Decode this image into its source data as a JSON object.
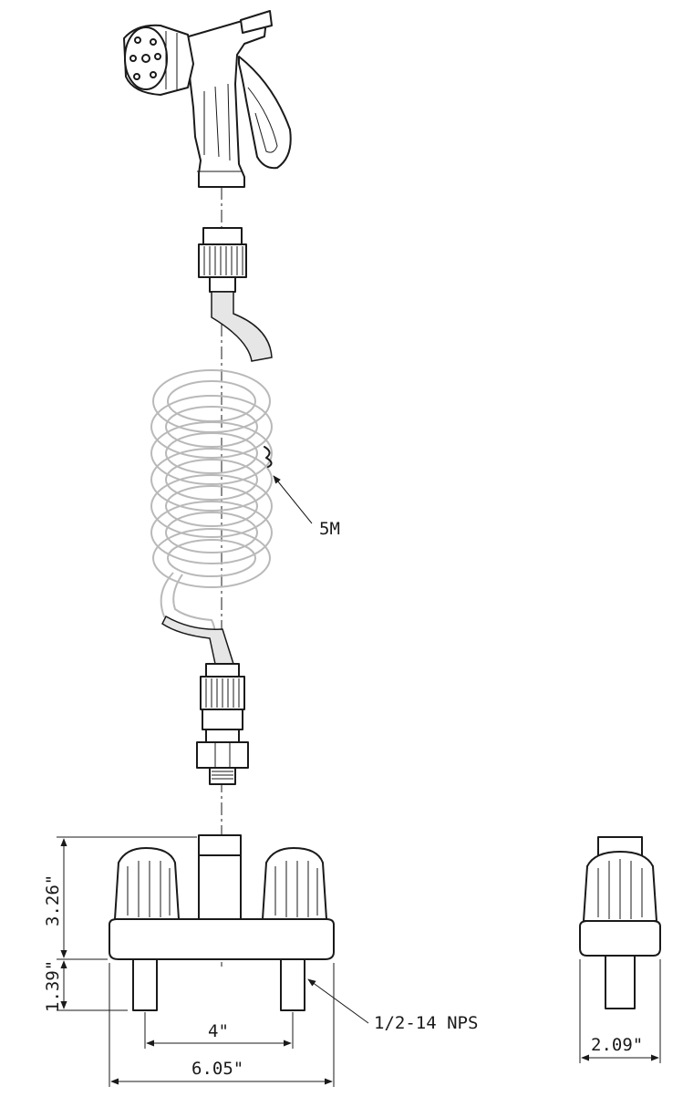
{
  "labels": {
    "hose_length": "5M",
    "thread_spec": "1/2-14 NPS",
    "spread": "4\"",
    "overall_width": "6.05\"",
    "height": "3.26\"",
    "shank_height": "1.39\"",
    "depth": "2.09\""
  }
}
